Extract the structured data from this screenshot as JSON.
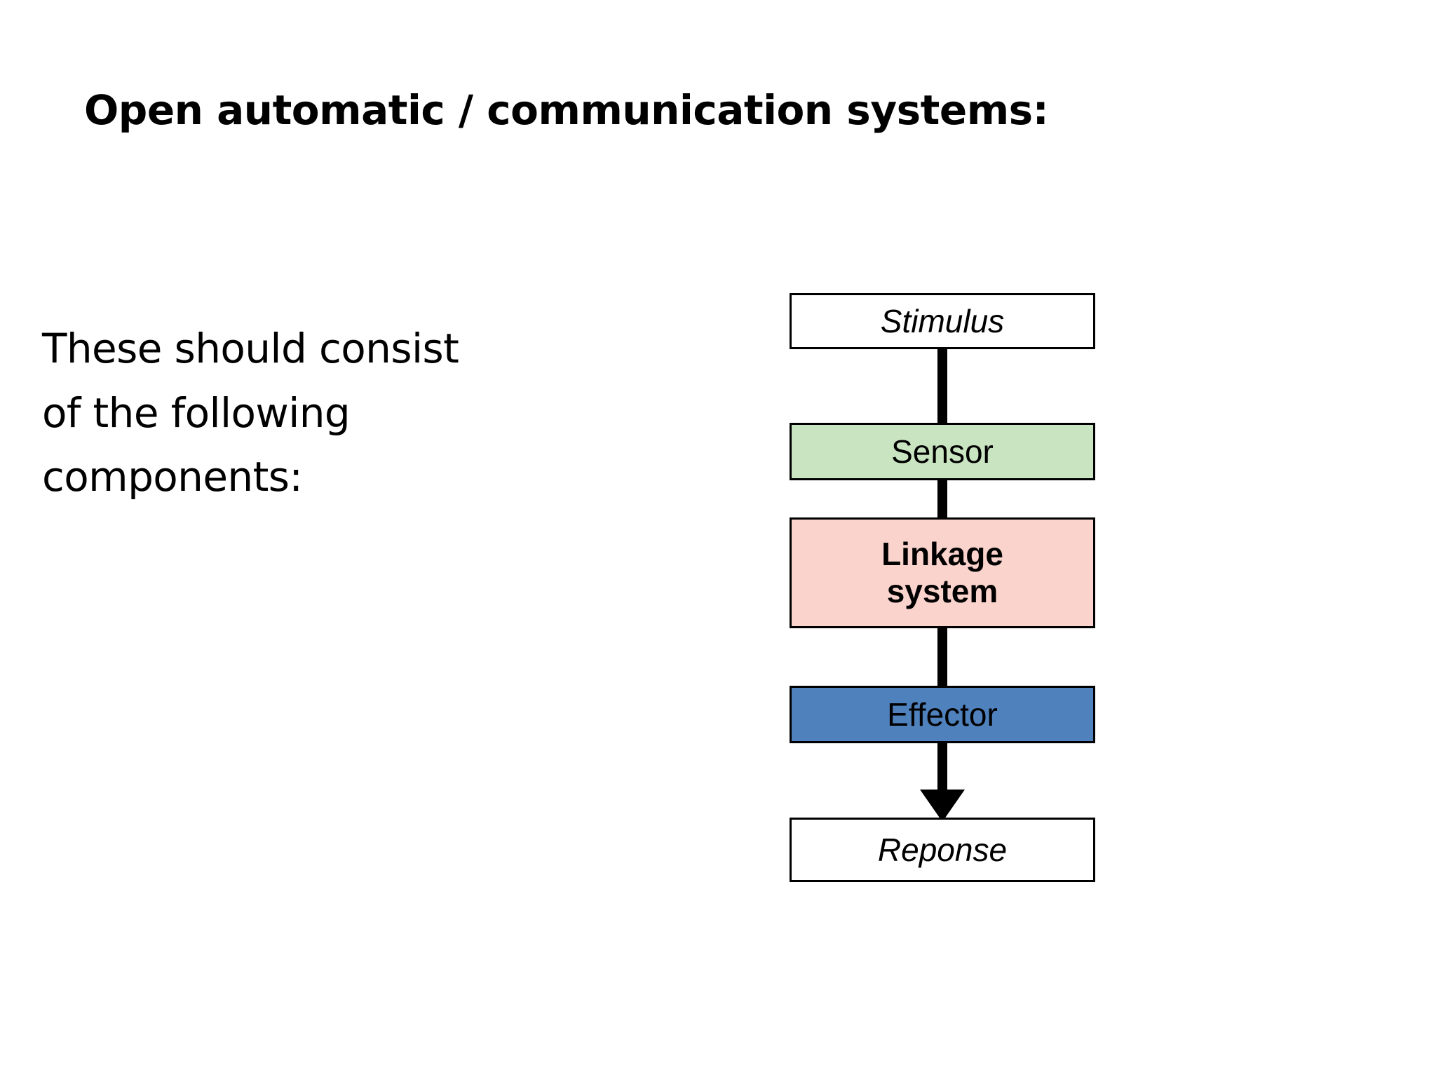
{
  "slide": {
    "title": "Open automatic / communication systems:",
    "body_lines": [
      "These should consist",
      "of the following",
      "components:"
    ]
  },
  "diagram": {
    "name": "open-loop-system-flow",
    "orientation": "vertical-top-to-bottom",
    "nodes": [
      {
        "id": "stimulus",
        "label": "Stimulus",
        "fill": "#FFFFFF",
        "border": "#000000",
        "text_style": "italic"
      },
      {
        "id": "sensor",
        "label": "Sensor",
        "fill": "#C9E4C0",
        "border": "#000000",
        "text_style": "plain"
      },
      {
        "id": "linkage-system",
        "label": "Linkage system",
        "label_line_1": "Linkage",
        "label_line_2": "system",
        "fill": "#FBD3CD",
        "border": "#000000",
        "text_style": "bold"
      },
      {
        "id": "effector",
        "label": "Effector",
        "fill": "#4F81BD",
        "border": "#000000",
        "text_style": "plain"
      },
      {
        "id": "reponse",
        "label": "Reponse",
        "fill": "#FFFFFF",
        "border": "#000000",
        "text_style": "italic"
      }
    ],
    "connectors": [
      {
        "from": "stimulus",
        "to": "sensor",
        "arrowhead": false
      },
      {
        "from": "sensor",
        "to": "linkage-system",
        "arrowhead": false
      },
      {
        "from": "linkage-system",
        "to": "effector",
        "arrowhead": false
      },
      {
        "from": "effector",
        "to": "reponse",
        "arrowhead": true
      }
    ]
  },
  "colors": {
    "background": "#FFFFFF",
    "text": "#000000",
    "sensor_green": "#C9E4C0",
    "linkage_pink": "#FBD3CD",
    "effector_blue": "#4F81BD",
    "stroke": "#000000"
  }
}
